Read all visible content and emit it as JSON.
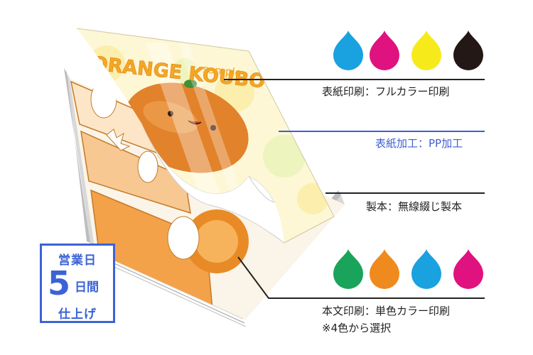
{
  "cover": {
    "title": "ORANGE KOUBOU",
    "subtitle": "sample"
  },
  "labels": {
    "cover_print": "表紙印刷：フルカラー印刷",
    "cover_finish": "表紙加工：PP加工",
    "binding": "製本：無線綴じ製本",
    "body_print": "本文印刷：単色カラー印刷",
    "body_note": "※4色から選択"
  },
  "badge": {
    "line1": "営業日",
    "digit": "5",
    "line2": "日間",
    "line3": "仕上げ"
  },
  "ink_cover": [
    {
      "name": "cyan",
      "color": "#1aa1e0"
    },
    {
      "name": "magenta",
      "color": "#e0127f"
    },
    {
      "name": "yellow",
      "color": "#f7ea1a"
    },
    {
      "name": "black",
      "color": "#231815"
    }
  ],
  "ink_body": [
    {
      "name": "green",
      "color": "#1aa35a"
    },
    {
      "name": "orange",
      "color": "#ef8a1e"
    },
    {
      "name": "cyan",
      "color": "#1aa1e0"
    },
    {
      "name": "magenta",
      "color": "#e0127f"
    }
  ],
  "colors": {
    "accent_blue": "#3b63d6",
    "leader_dark": "#222222",
    "leader_blue": "#3f5fd0"
  }
}
